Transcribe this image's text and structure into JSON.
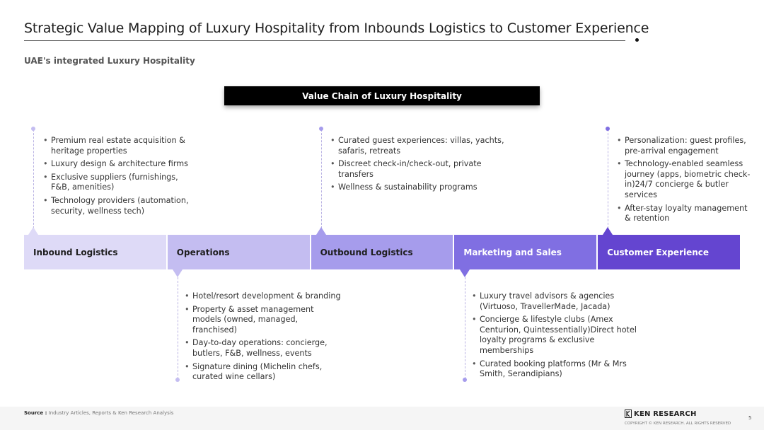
{
  "title": "Strategic Value Mapping of Luxury Hospitality from Inbounds Logistics to Customer Experience",
  "subtitle": "UAE's integrated Luxury Hospitality",
  "banner": "Value Chain of Luxury Hospitality",
  "stages": [
    {
      "label": "Inbound Logistics",
      "bg": "#dedaf7",
      "fg": "#1e1e1e"
    },
    {
      "label": "Operations",
      "bg": "#c4bdf1",
      "fg": "#1e1e1e"
    },
    {
      "label": "Outbound Logistics",
      "bg": "#a69cec",
      "fg": "#1e1e1e"
    },
    {
      "label": "Marketing and Sales",
      "bg": "#806fe2",
      "fg": "#ffffff"
    },
    {
      "label": "Customer Experience",
      "bg": "#6445d0",
      "fg": "#ffffff"
    }
  ],
  "details": {
    "inbound": [
      "Premium real estate acquisition & heritage properties",
      "Luxury design & architecture firms",
      "Exclusive suppliers (furnishings, F&B, amenities)",
      "Technology providers (automation, security, wellness tech)"
    ],
    "operations": [
      "Hotel/resort development & branding",
      "Property & asset management models (owned, managed, franchised)",
      "Day-to-day operations: concierge, butlers, F&B, wellness, events",
      "Signature dining (Michelin chefs, curated wine cellars)"
    ],
    "outbound": [
      "Curated guest experiences: villas, yachts, safaris, retreats",
      "Discreet check-in/check-out, private transfers",
      "Wellness & sustainability programs"
    ],
    "marketing": [
      "Luxury travel advisors & agencies (Virtuoso, TravellerMade, Jacada)",
      "Concierge & lifestyle clubs (Amex Centurion, Quintessentially)Direct hotel loyalty programs & exclusive memberships",
      "Curated booking platforms (Mr & Mrs Smith, Serandipians)"
    ],
    "customer": [
      "Personalization: guest profiles, pre-arrival engagement",
      "Technology-enabled seamless journey (apps, biometric check-in)24/7 concierge & butler services",
      "After-stay loyalty management & retention"
    ]
  },
  "footer": {
    "source_label": "Source :",
    "source_text": "Industry Articles, Reports & Ken Research Analysis",
    "brand": "KEN RESEARCH",
    "copyright": "COPYRIGHT © KEN RESEARCH. ALL RIGHTS RESERVED",
    "page": "5"
  },
  "colors": {
    "dashed_line": "#b9b2e3",
    "dot_inbound": "#c4bdf1",
    "dot_operations": "#c4bdf1",
    "dot_outbound": "#a69cec",
    "dot_marketing": "#a69cec",
    "dot_customer": "#806fe2"
  }
}
